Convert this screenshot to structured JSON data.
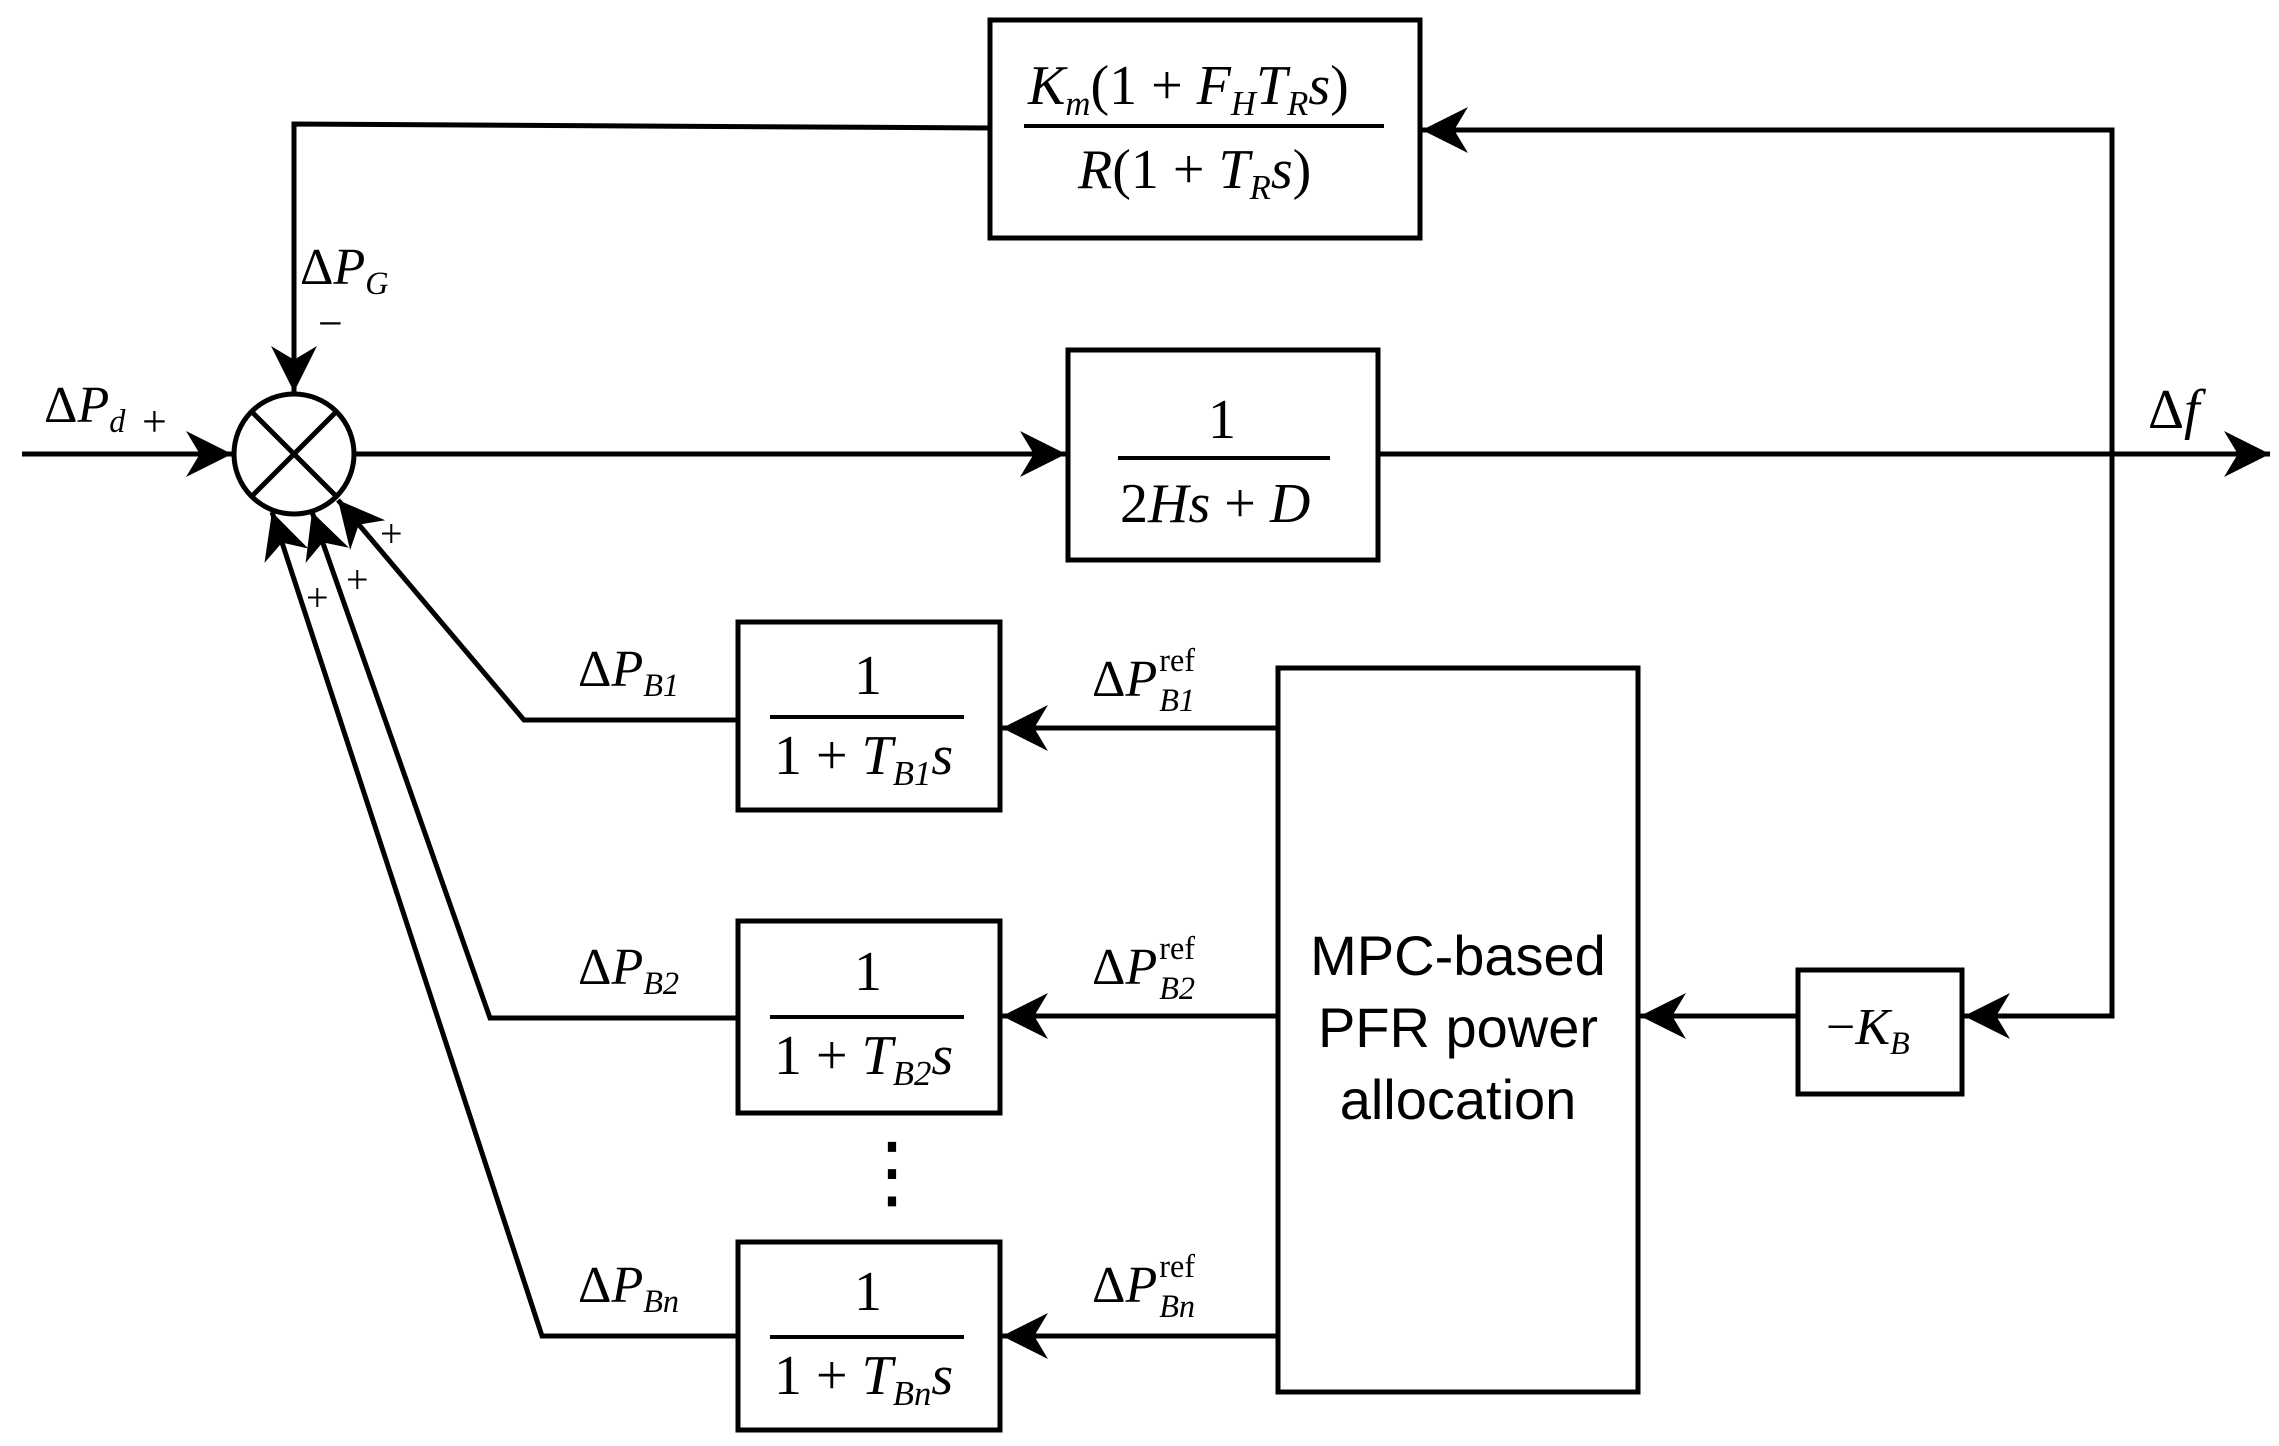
{
  "blocks": {
    "governor": {
      "num": {
        "K": "K",
        "m_sub": "m",
        "open": "(1 + ",
        "F": "F",
        "H_sub": "H",
        "T": "T",
        "R_sub": "R",
        "s": "s",
        "close": ")"
      },
      "den": {
        "R": "R",
        "open": "(1 + ",
        "T": "T",
        "R_sub": "R",
        "s": "s",
        "close": ")"
      }
    },
    "inertia": {
      "num": "1",
      "den": {
        "two": "2",
        "H": "H",
        "s": "s",
        "plus": " + ",
        "D": "D"
      }
    },
    "battery_1": {
      "num": "1",
      "den_prefix": "1 + ",
      "T": "T",
      "sub": "B1",
      "s": "s"
    },
    "battery_2": {
      "num": "1",
      "den_prefix": "1 + ",
      "T": "T",
      "sub": "B2",
      "s": "s"
    },
    "battery_n": {
      "num": "1",
      "den_prefix": "1 + ",
      "T": "T",
      "sub": "Bn",
      "s": "s"
    },
    "gain": {
      "minus": "−",
      "K": "K",
      "sub": "B"
    },
    "mpc": {
      "lines": [
        "MPC-based",
        "PFR power",
        "allocation"
      ]
    }
  },
  "signals": {
    "pd": {
      "delta": "Δ",
      "P": "P",
      "sub": "d",
      "sign": "+"
    },
    "pg": {
      "delta": "Δ",
      "P": "P",
      "sub": "G",
      "sign": "−"
    },
    "df": {
      "delta": "Δ",
      "f": "f"
    },
    "pb1": {
      "delta": "Δ",
      "P": "P",
      "sub": "B1"
    },
    "pb2": {
      "delta": "Δ",
      "P": "P",
      "sub": "B2"
    },
    "pbn": {
      "delta": "Δ",
      "P": "P",
      "sub": "Bn"
    },
    "pb1_ref": {
      "delta": "Δ",
      "P": "P",
      "sub": "B1",
      "sup": "ref"
    },
    "pb2_ref": {
      "delta": "Δ",
      "P": "P",
      "sub": "B2",
      "sup": "ref"
    },
    "pbn_ref": {
      "delta": "Δ",
      "P": "P",
      "sub": "Bn",
      "sup": "ref"
    }
  },
  "summing_signs": {
    "s1": "+",
    "s2": "+",
    "s3": "+"
  },
  "ellipsis": "⋮"
}
